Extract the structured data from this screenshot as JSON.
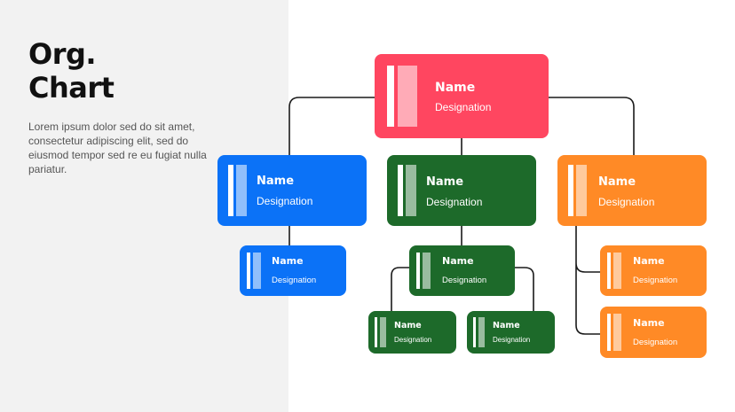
{
  "header": {
    "title_line1": "Org.",
    "title_line2": "Chart",
    "description": "Lorem ipsum dolor sed do sit amet, consectetur adipiscing elit, sed do eiusmod tempor sed re eu fugiat nulla pariatur."
  },
  "colors": {
    "root": "#ff4660",
    "blue": "#0b72f7",
    "green": "#1d6a2a",
    "orange": "#ff8a26",
    "connector": "#1a1a1a",
    "panel": "#f2f2f2"
  },
  "org": {
    "root": {
      "name": "Name",
      "designation": "Designation"
    },
    "blue_head": {
      "name": "Name",
      "designation": "Designation"
    },
    "blue_child_1": {
      "name": "Name",
      "designation": "Designation"
    },
    "green_head": {
      "name": "Name",
      "designation": "Designation"
    },
    "green_sub": {
      "name": "Name",
      "designation": "Designation"
    },
    "green_child_1": {
      "name": "Name",
      "designation": "Designation"
    },
    "green_child_2": {
      "name": "Name",
      "designation": "Designation"
    },
    "orange_head": {
      "name": "Name",
      "designation": "Designation"
    },
    "orange_child_1": {
      "name": "Name",
      "designation": "Designation"
    },
    "orange_child_2": {
      "name": "Name",
      "designation": "Designation"
    }
  }
}
